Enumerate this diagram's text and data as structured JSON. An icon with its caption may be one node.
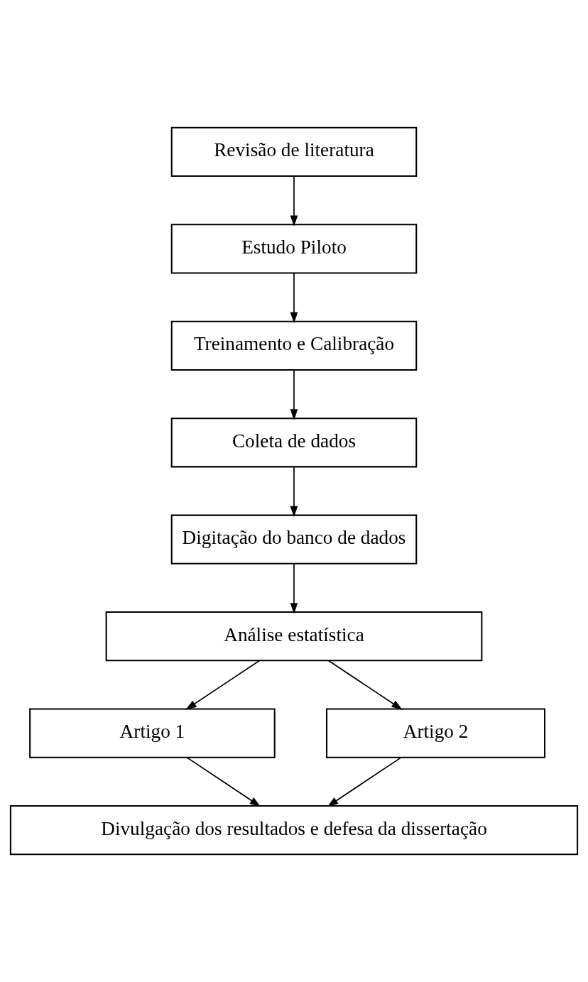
{
  "diagram": {
    "nodes": [
      {
        "text": [
          "Revisão de literatura"
        ]
      },
      {
        "text": [
          "Estudo Piloto"
        ]
      },
      {
        "text": [
          "Treinamento e Calibração"
        ]
      },
      {
        "text": [
          "Coleta de dados"
        ]
      },
      {
        "text": [
          "Digitação do banco de dados"
        ]
      },
      {
        "text": [
          "Análise estatística"
        ]
      },
      {
        "text": [
          "Artigo 1"
        ]
      },
      {
        "text": [
          "Artigo 2"
        ]
      },
      {
        "text": [
          "Divulgação dos resultados e defesa da dissertação"
        ]
      }
    ],
    "edges": [
      {
        "from": 0,
        "to": 1,
        "arrow": "to"
      },
      {
        "from": 1,
        "to": 2,
        "arrow": "to"
      },
      {
        "from": 2,
        "to": 3,
        "arrow": "to"
      },
      {
        "from": 3,
        "to": 4,
        "arrow": "to"
      },
      {
        "from": 4,
        "to": 5,
        "arrow": "to"
      },
      {
        "from": 5,
        "to": 6,
        "arrow": "to"
      },
      {
        "from": 5,
        "to": 7,
        "arrow": "to"
      },
      {
        "from": 6,
        "to": 8,
        "arrow": "to"
      },
      {
        "from": 7,
        "to": 8,
        "arrow": "to"
      }
    ]
  }
}
